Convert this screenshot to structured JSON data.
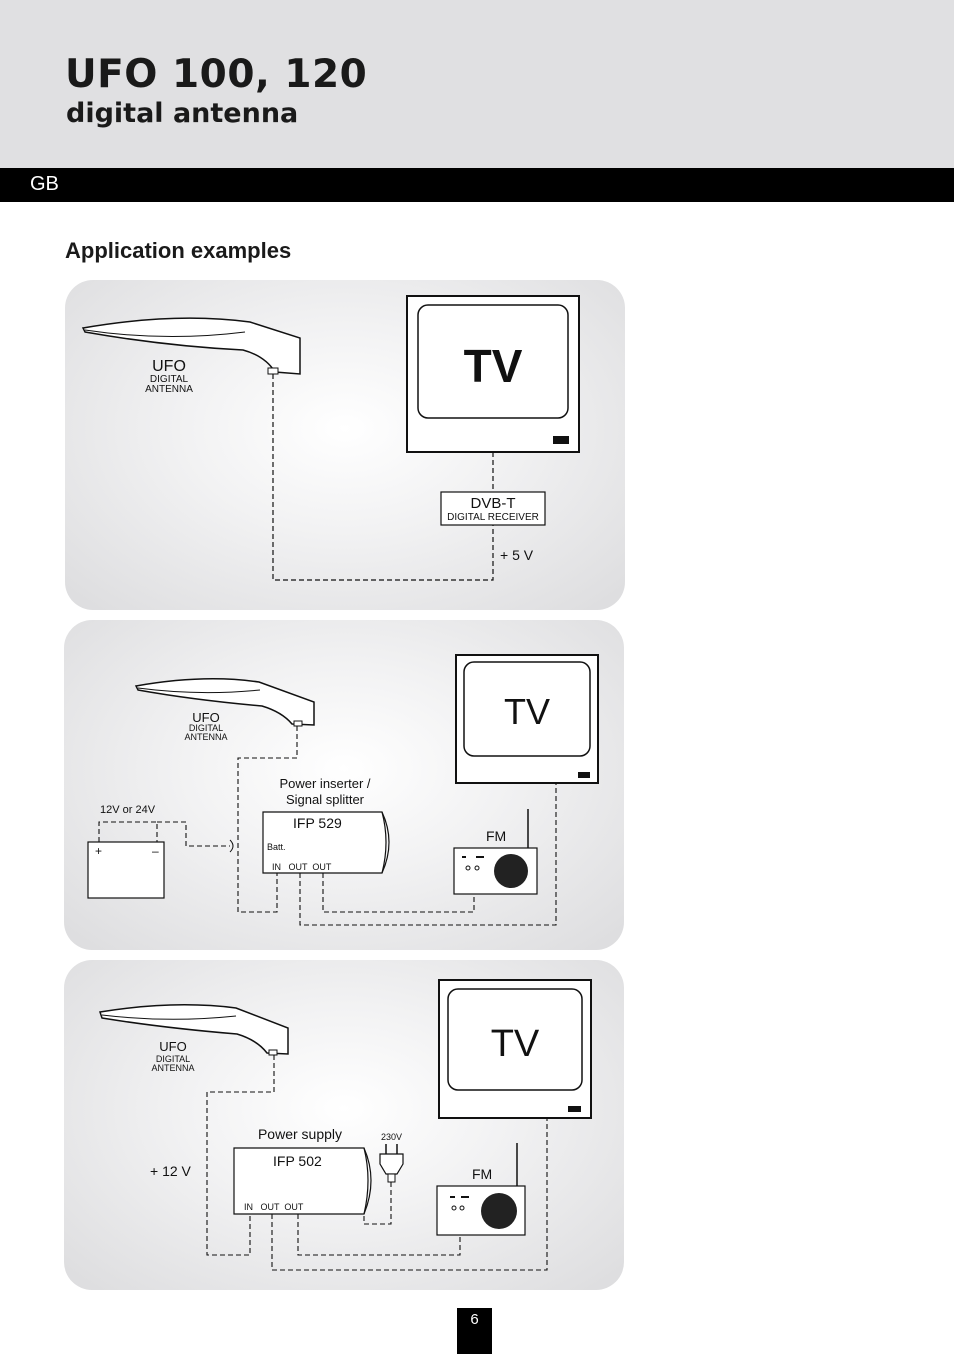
{
  "header": {
    "title": "UFO 100, 120",
    "subtitle": "digital antenna",
    "language_code": "GB"
  },
  "section_title": "Application examples",
  "diagrams": [
    {
      "antenna_label": "UFO",
      "antenna_sub1": "DIGITAL",
      "antenna_sub2": "ANTENNA",
      "tv_label": "TV",
      "receiver_label": "DVB-T",
      "receiver_sublabel": "DIGITAL RECEIVER",
      "voltage_label": "+ 5 V"
    },
    {
      "antenna_label": "UFO",
      "antenna_sub1": "DIGITAL",
      "antenna_sub2": "ANTENNA",
      "tv_label": "TV",
      "device_title_line1": "Power inserter /",
      "device_title_line2": "Signal splitter",
      "device_model": "IFP 529",
      "batt_label": "Batt.",
      "ports_label": "IN   OUT  OUT",
      "battery_voltage_label": "12V or 24V",
      "plus_sign": "+",
      "minus_sign": "–",
      "radio_label": "FM"
    },
    {
      "antenna_label": "UFO",
      "antenna_sub1": "DIGITAL",
      "antenna_sub2": "ANTENNA",
      "tv_label": "TV",
      "device_title": "Power supply",
      "device_model": "IFP 502",
      "mains_label": "230V",
      "ports_label": "IN   OUT  OUT",
      "voltage_label": "+ 12 V",
      "radio_label": "FM"
    }
  ],
  "page_number": "6"
}
